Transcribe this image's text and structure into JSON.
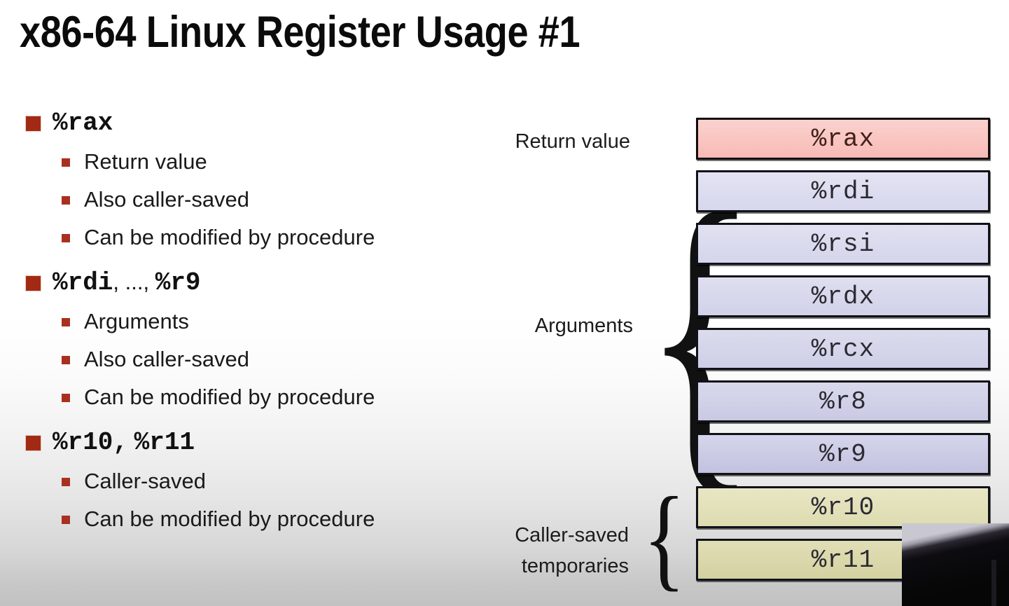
{
  "slide": {
    "title": "x86-64 Linux Register Usage #1",
    "accent_bullet_color": "#a22a15",
    "background_color": "#ffffff"
  },
  "bullets": [
    {
      "register": "%rax",
      "separator": "",
      "register2": "",
      "sub": [
        "Return value",
        "Also caller-saved",
        "Can be modified by procedure"
      ]
    },
    {
      "register": "%rdi",
      "separator": ", ..., ",
      "register2": "%r9",
      "sub": [
        "Arguments",
        "Also caller-saved",
        "Can be modified by procedure"
      ]
    },
    {
      "register": "%r10,",
      "separator": " ",
      "register2": "%r11",
      "sub": [
        "Caller-saved",
        "Can be modified by procedure"
      ]
    }
  ],
  "diagram": {
    "registers": [
      {
        "name": "%rax",
        "group": "return-value",
        "fill_top": "#fbd0cc",
        "fill_bottom": "#f8bcb8"
      },
      {
        "name": "%rdi",
        "group": "arguments",
        "fill_top": "#e2e2f2",
        "fill_bottom": "#d8d8ee"
      },
      {
        "name": "%rsi",
        "group": "arguments",
        "fill_top": "#e0e0f1",
        "fill_bottom": "#d6d6ec"
      },
      {
        "name": "%rdx",
        "group": "arguments",
        "fill_top": "#dedeef",
        "fill_bottom": "#d2d2ea"
      },
      {
        "name": "%rcx",
        "group": "arguments",
        "fill_top": "#dcdcee",
        "fill_bottom": "#cfcfe8"
      },
      {
        "name": "%r8",
        "group": "arguments",
        "fill_top": "#d9d9ec",
        "fill_bottom": "#cacae5"
      },
      {
        "name": "%r9",
        "group": "arguments",
        "fill_top": "#d5d5ea",
        "fill_bottom": "#c3c3e1"
      },
      {
        "name": "%r10",
        "group": "caller-saved-temporaries",
        "fill_top": "#e8e6c2",
        "fill_bottom": "#dedcb2"
      },
      {
        "name": "%r11",
        "group": "caller-saved-temporaries",
        "fill_top": "#e0ddb4",
        "fill_bottom": "#d5d2a3"
      }
    ],
    "labels": {
      "return_value": "Return value",
      "arguments": "Arguments",
      "caller_saved_temporaries": "Caller-saved\ntemporaries"
    },
    "braces": {
      "arguments_glyph": "{",
      "caller_saved_glyph": "{"
    }
  }
}
